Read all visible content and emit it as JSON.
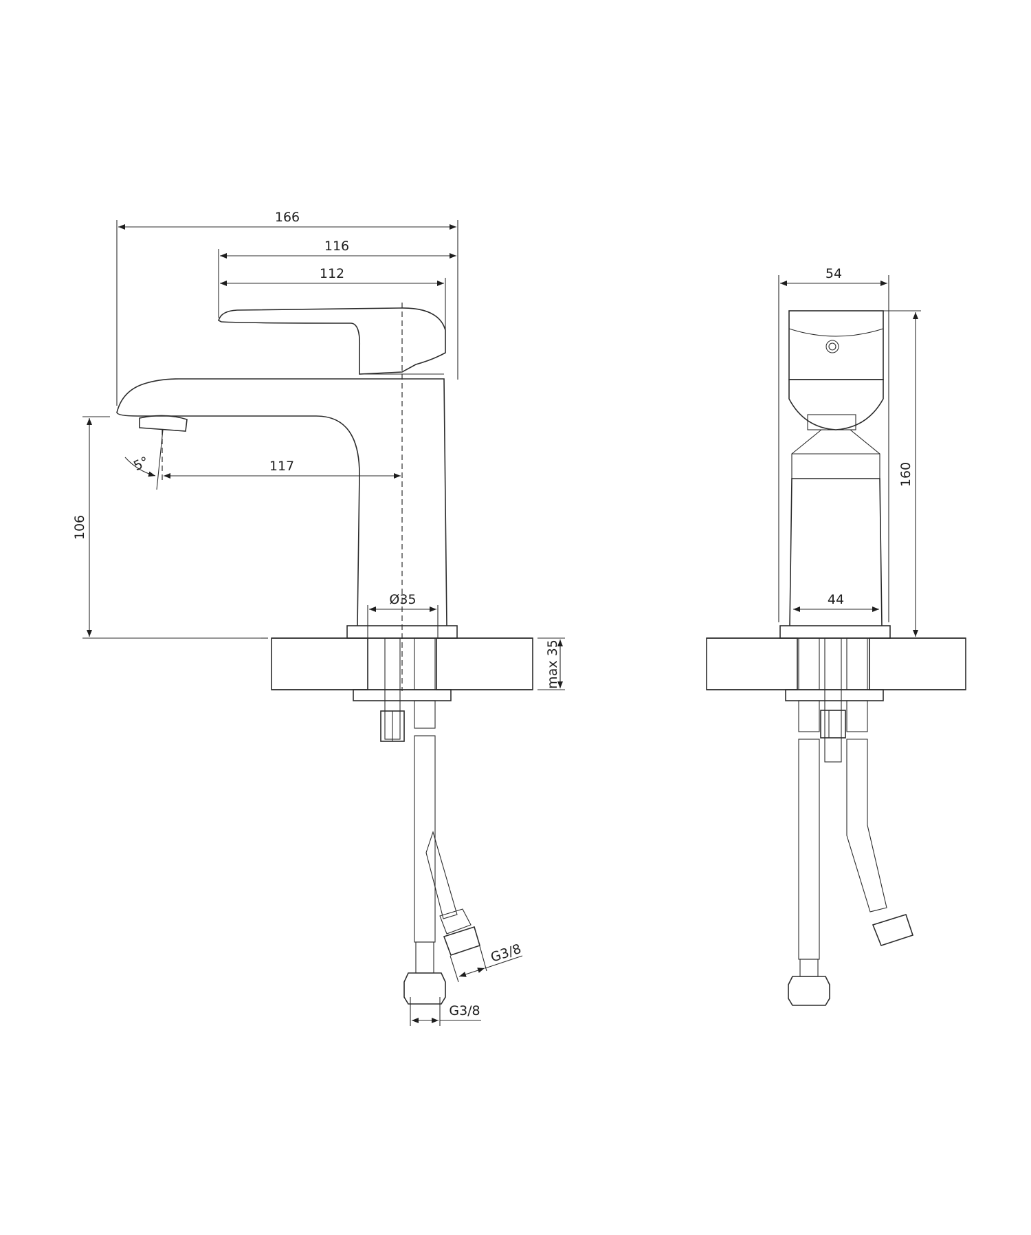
{
  "drawing": {
    "type": "technical drawing",
    "subject": "single-lever basin mixer faucet",
    "line_color": "#2b2b2b",
    "background": "#ffffff"
  },
  "side_view": {
    "dimensions": {
      "overall_depth": "166",
      "lever_to_back": "116",
      "lever_length": "112",
      "spout_reach": "117",
      "spout_height": "106",
      "spout_angle": "5°",
      "base_diameter": "Ø35",
      "max_countertop": "max 35",
      "hose_thread_1": "G3/8",
      "hose_thread_2": "G3/8"
    }
  },
  "front_view": {
    "dimensions": {
      "overall_width": "54",
      "overall_height": "160",
      "body_width": "44"
    }
  }
}
